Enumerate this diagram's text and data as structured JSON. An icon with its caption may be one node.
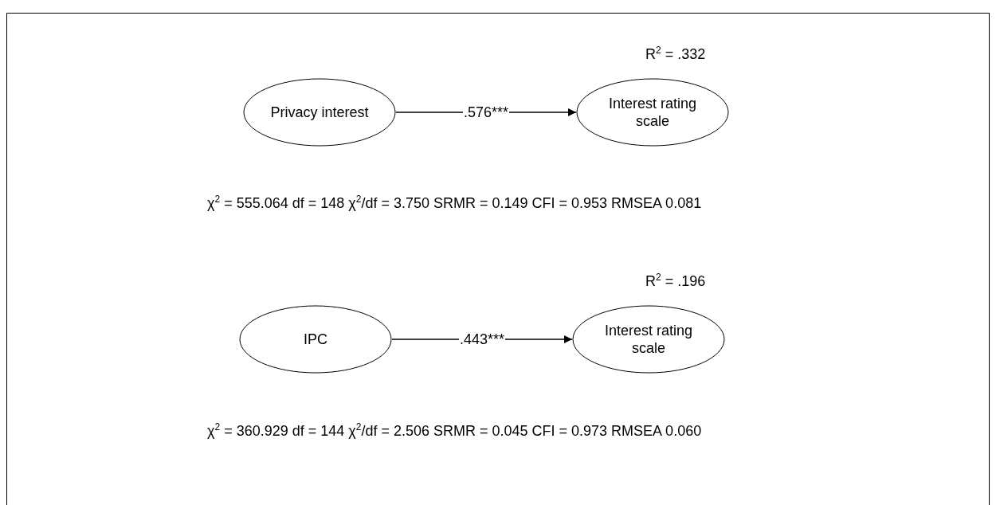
{
  "diagram": {
    "nodes": [
      {
        "text": [
          "Privacy interest"
        ]
      },
      {
        "text": [
          "Interest rating scale"
        ],
        "beside": [
          "R$^{2}$ = .332"
        ]
      },
      {
        "text": [
          "IPC"
        ]
      },
      {
        "text": [
          "Interest rating scale"
        ],
        "beside": [
          "R$^{2}$ = .196"
        ]
      }
    ],
    "edges": [
      {
        "from": 0,
        "to": 1,
        "arrow": "to",
        "label": ".576***"
      },
      {
        "from": 2,
        "to": 3,
        "arrow": "to",
        "label": ".443***"
      }
    ],
    "labels": [
      "χ$^{2}$ = 555.064 df = 148 χ$^{2}$/df = 3.750 SRMR = 0.149 CFI = 0.953 RMSEA 0.081",
      "χ$^{2}$ = 360.929 df = 144 χ$^{2}$/df = 2.506 SRMR = 0.045 CFI = 0.973 RMSEA 0.060"
    ]
  }
}
